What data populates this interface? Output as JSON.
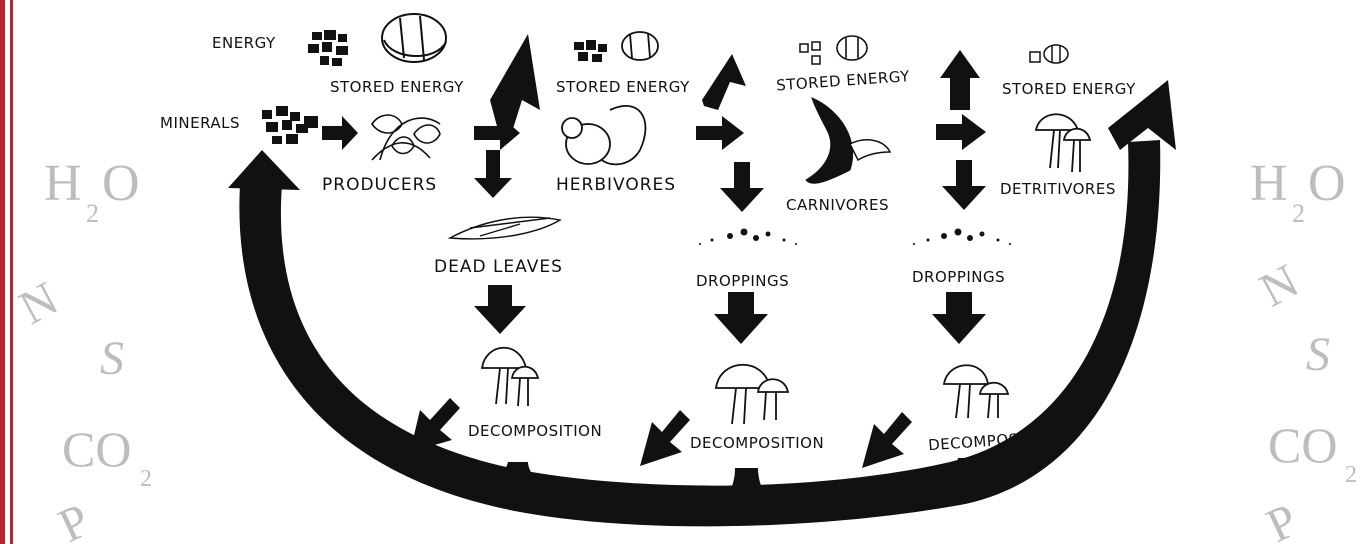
{
  "labels": {
    "energy": "ENERGY",
    "minerals": "MINERALS",
    "stored_energy_1": "STORED ENERGY",
    "stored_energy_2": "STORED ENERGY",
    "stored_energy_3": "STORED ENERGY",
    "stored_energy_4": "STORED ENERGY",
    "producers": "PRODUCERS",
    "herbivores": "HERBIVORES",
    "carnivores": "CARNIVORES",
    "detritivores": "DETRITIVORES",
    "dead_leaves": "DEAD LEAVES",
    "droppings_1": "DROPPINGS",
    "droppings_2": "DROPPINGS",
    "decomposition_1": "DECOMPOSITION",
    "decomposition_2": "DECOMPOSITION",
    "decomposition_3": "DECOMPOSITION"
  },
  "elements_left": {
    "water": "H",
    "water_sub": "2",
    "water_tail": "O",
    "nitrogen": "N",
    "sulfur": "S",
    "co2": "CO",
    "co2_sub": "2",
    "phosphorus": "P"
  },
  "elements_right": {
    "water": "H",
    "water_sub": "2",
    "water_tail": "O",
    "nitrogen": "N",
    "sulfur": "S",
    "co2": "CO",
    "co2_sub": "2",
    "phosphorus": "P"
  },
  "colors": {
    "border_red": "#b3262e",
    "ink": "#111111",
    "element_grey": "#bdbdbd"
  }
}
